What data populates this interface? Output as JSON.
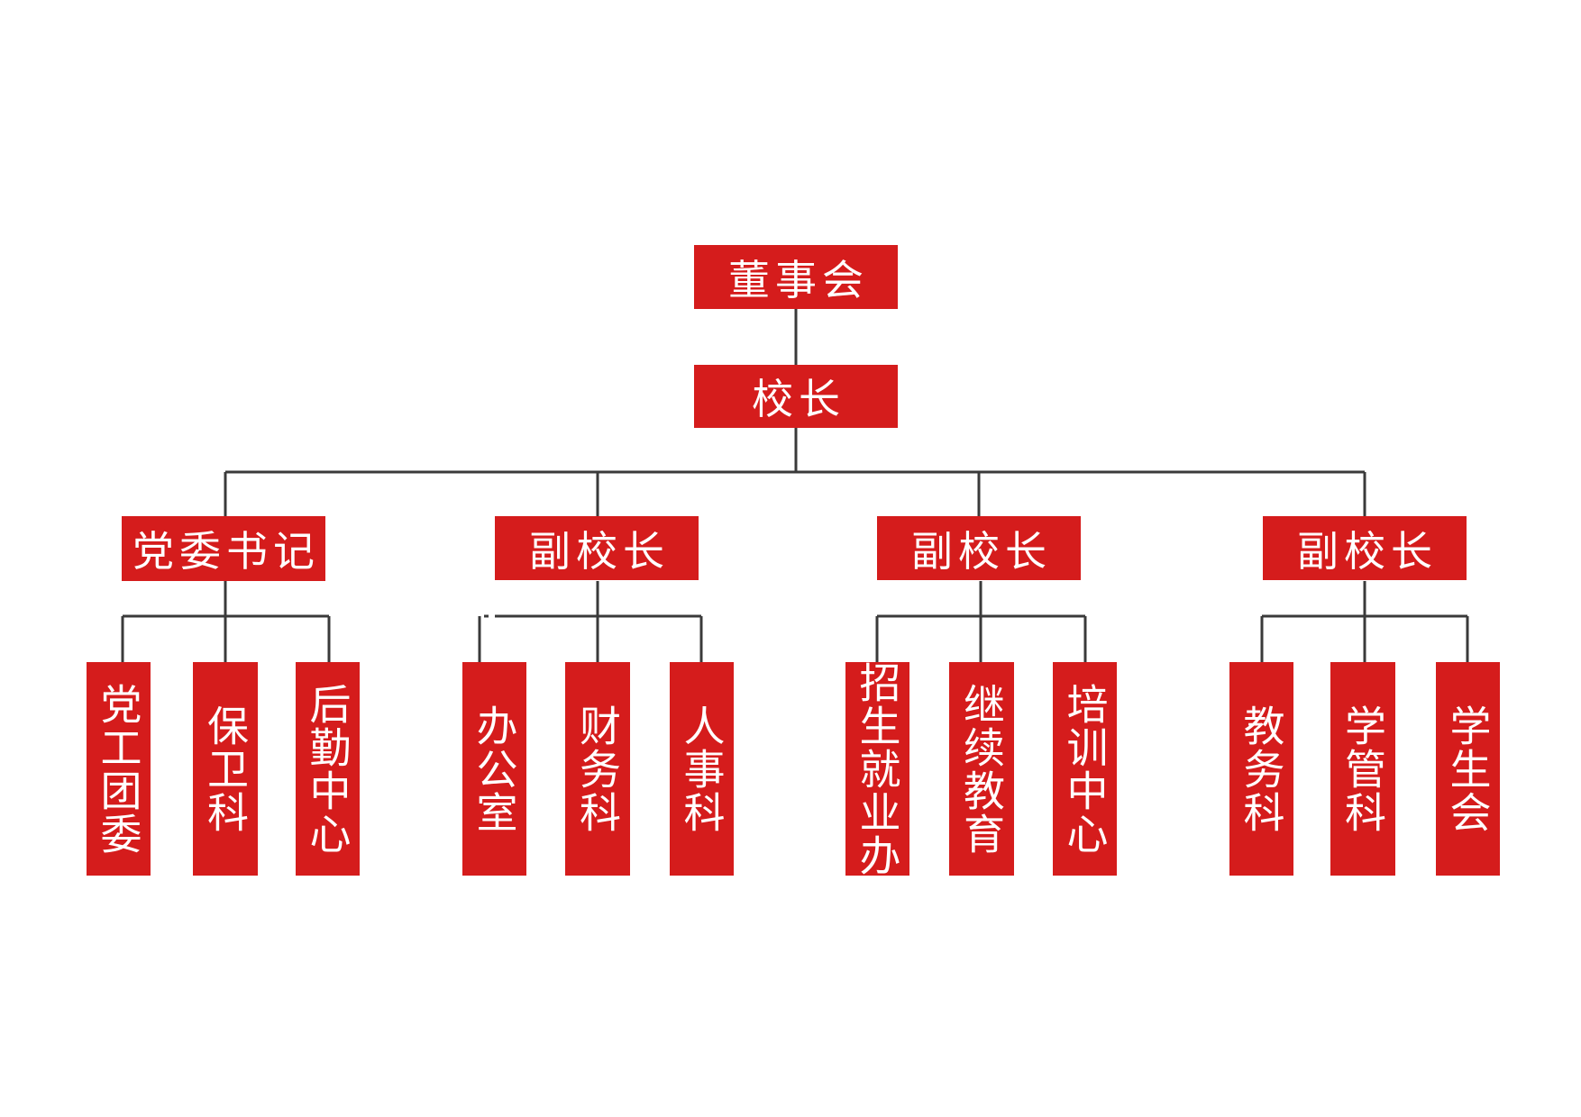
{
  "colors": {
    "box_fill": "#d51c1c",
    "box_text": "#ffffff",
    "line": "#3a3a3a",
    "background": "#ffffff"
  },
  "board": "董事会",
  "principal": "校长",
  "branches": [
    {
      "head": "党委书记",
      "units": [
        "党工团委",
        "保卫科",
        "后勤中心"
      ]
    },
    {
      "head": "副校长",
      "units": [
        "办公室",
        "财务科",
        "人事科"
      ]
    },
    {
      "head": "副校长",
      "units": [
        "招生就业办",
        "继续教育",
        "培训中心"
      ]
    },
    {
      "head": "副校长",
      "units": [
        "教务科",
        "学管科",
        "学生会"
      ]
    }
  ]
}
